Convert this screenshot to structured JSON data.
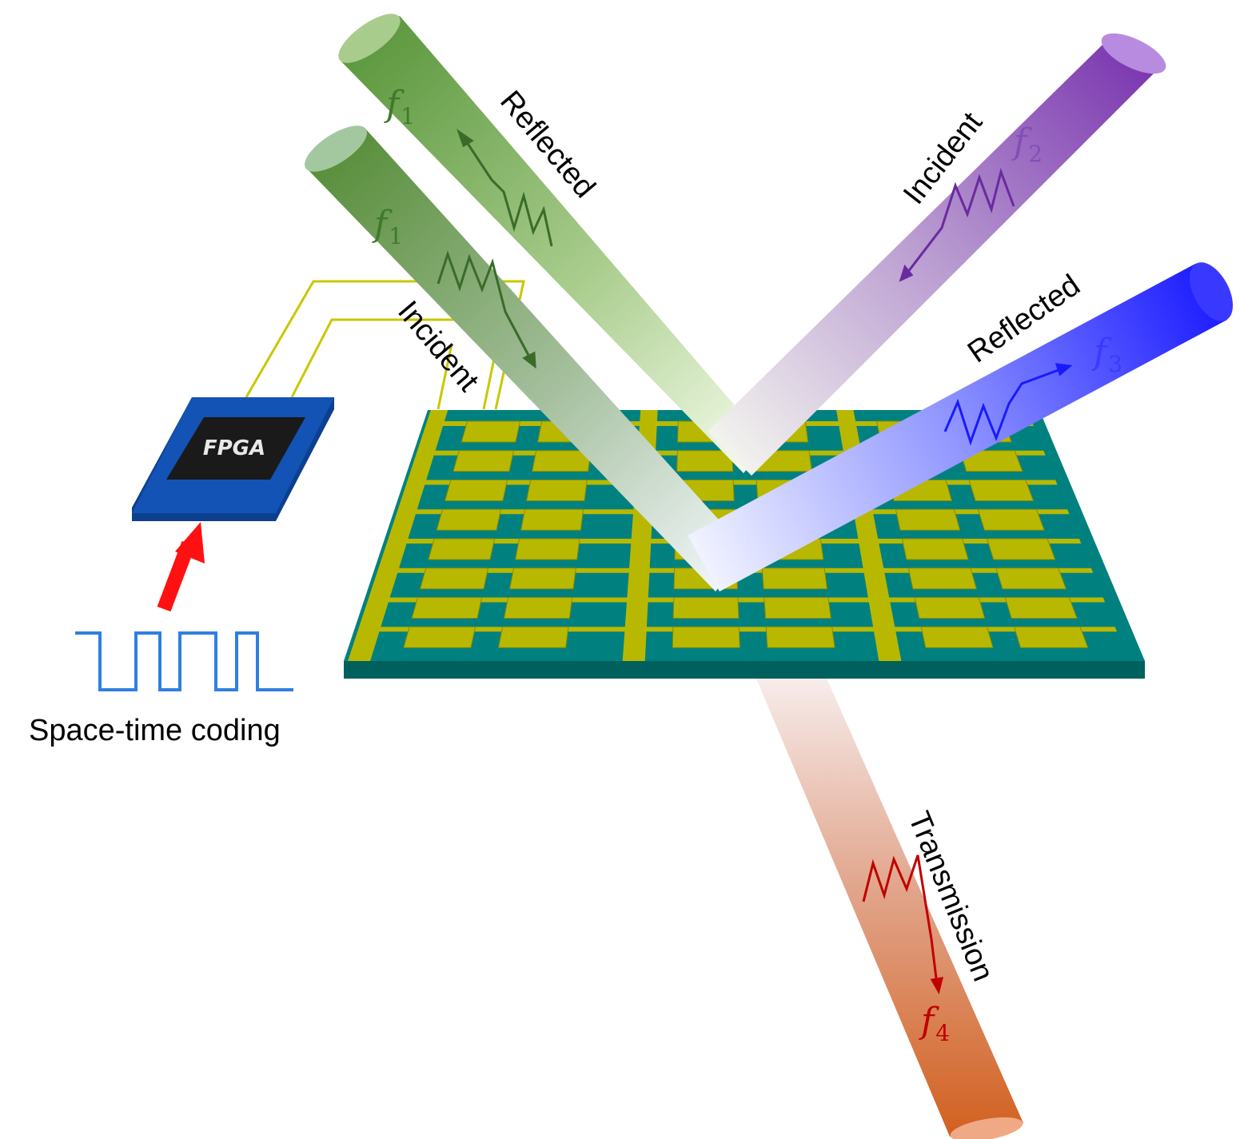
{
  "labels": {
    "incident": "Incident",
    "reflected": "Reflected",
    "transmission": "Transmission",
    "caption": "Space-time coding",
    "fpga": "FPGA"
  },
  "frequencies": {
    "f1": "f",
    "f1_sub": "1",
    "f2": "f",
    "f2_sub": "2",
    "f3": "f",
    "f3_sub": "3",
    "f4": "f",
    "f4_sub": "4"
  },
  "colors": {
    "substrate": "#00817f",
    "substrate_side": "#00605e",
    "metal": "#b8b800",
    "metal_dark": "#8a8a00",
    "fpga_board": "#1253b5",
    "fpga_chip": "#1a1a1a",
    "beam_green": "#5f9a3c",
    "beam_purple": "#7a35b0",
    "beam_blue": "#2222ff",
    "beam_orange": "#d55a1b",
    "arrow_red": "#ff1111",
    "square_wave": "#2f7fe0",
    "wire": "#c8c800"
  }
}
